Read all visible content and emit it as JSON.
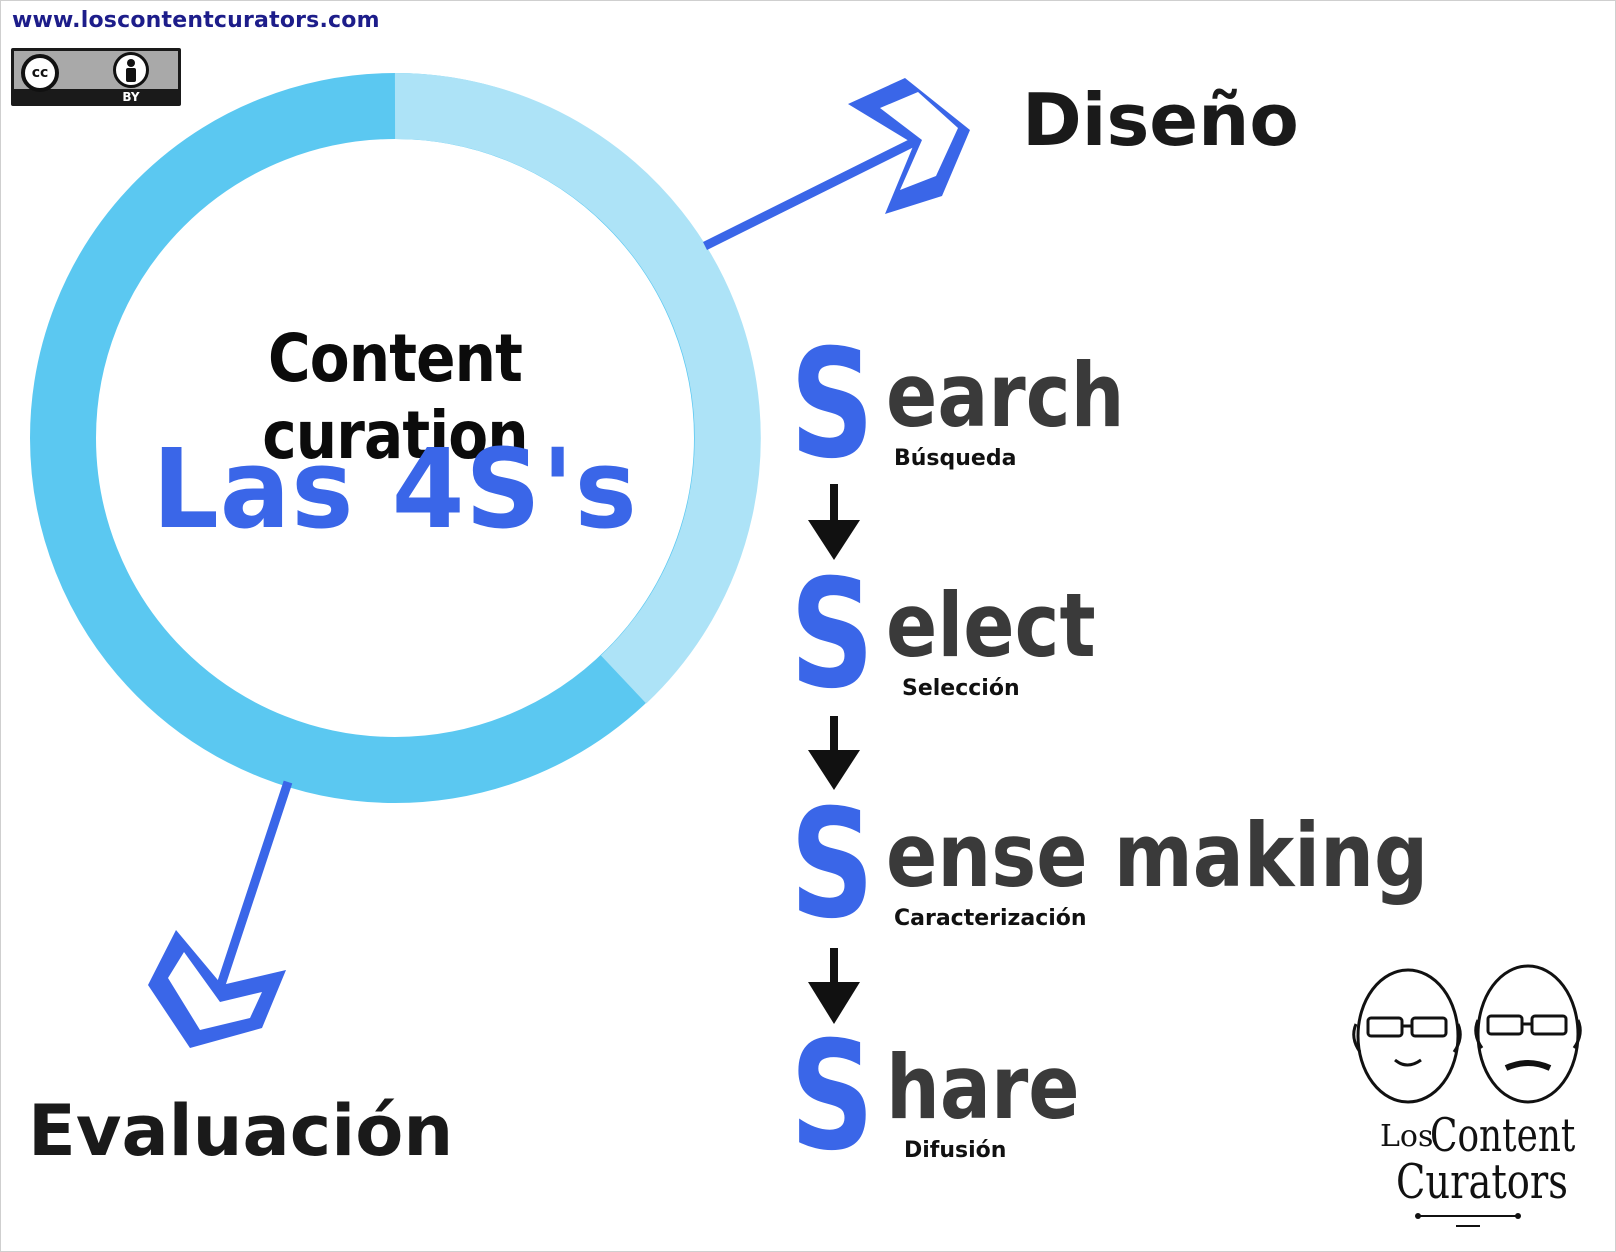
{
  "header": {
    "site_url": "www.loscontentcurators.com",
    "license_by_label": "BY",
    "license_cc_label": "cc"
  },
  "center": {
    "title": "Content curation",
    "subtitle": "Las 4S's"
  },
  "branches": {
    "top_right": "Diseño",
    "bottom_left": "Evaluación"
  },
  "steps": [
    {
      "initial": "S",
      "rest": "earch",
      "translation": "Búsqueda"
    },
    {
      "initial": "S",
      "rest": "elect",
      "translation": "Selección"
    },
    {
      "initial": "S",
      "rest": "ense making",
      "translation": "Caracterización"
    },
    {
      "initial": "S",
      "rest": "hare",
      "translation": "Difusión"
    }
  ],
  "logo": {
    "line1_small": "Los",
    "line1_big": "Content",
    "line2": "Curators"
  },
  "colors": {
    "accent_blue": "#3a66e8",
    "ring_dark": "#5bc8f1",
    "ring_light": "#ade3f7",
    "word_gray": "#3a3a3a",
    "arrow_black": "#111111"
  }
}
